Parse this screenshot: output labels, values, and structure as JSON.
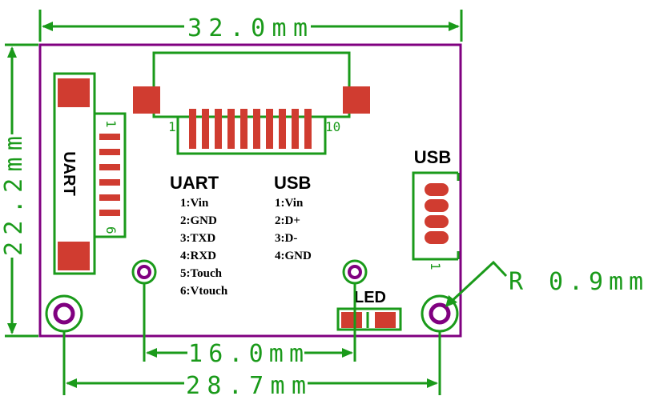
{
  "dimensions": {
    "width": "32.0mm",
    "height": "22.2mm",
    "hole_spacing_inner": "16.0mm",
    "hole_spacing_outer": "28.7mm",
    "hole_radius": "R 0.9mm"
  },
  "connector": {
    "pin_first": "1",
    "pin_last": "10"
  },
  "uart_connector": {
    "label": "UART",
    "pin_first": "1",
    "pin_last": "6"
  },
  "usb_connector": {
    "label": "USB",
    "pin_first": "1"
  },
  "led": {
    "label": "LED"
  },
  "uart_pins": {
    "title": "UART",
    "items": [
      "1:Vin",
      "2:GND",
      "3:TXD",
      "4:RXD",
      "5:Touch",
      "6:Vtouch"
    ]
  },
  "usb_pins": {
    "title": "USB",
    "items": [
      "1:Vin",
      "2:D+",
      "3:D-",
      "4:GND"
    ]
  },
  "colors": {
    "dimension": "#1a9a1a",
    "board_outline": "#800080",
    "pad": "#d03c30",
    "silkscreen": "#1a9a1a"
  }
}
